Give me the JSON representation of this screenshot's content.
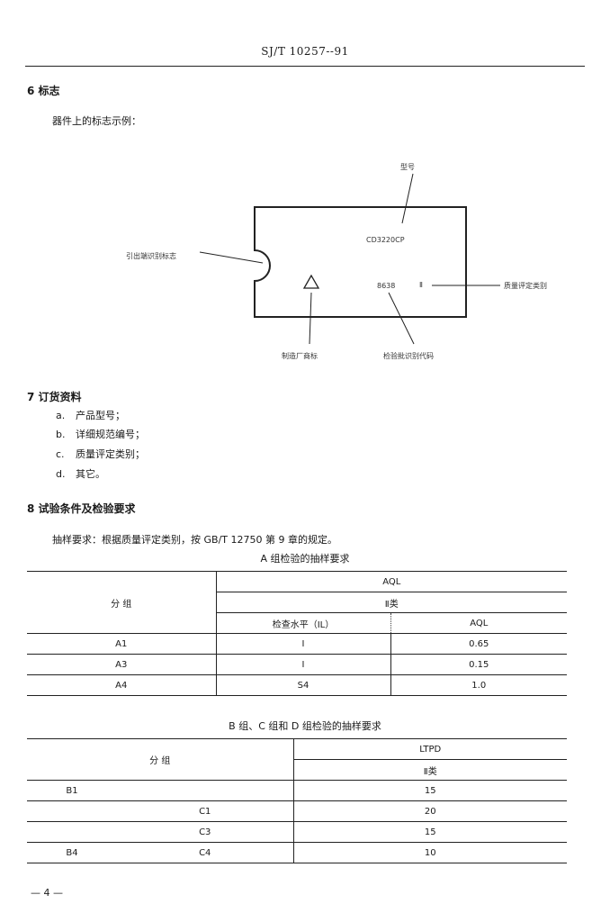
{
  "header": {
    "code": "SJ/T 10257--91"
  },
  "section6": {
    "title": "6   标志",
    "intro": "器件上的标志示例：",
    "diagram": {
      "type_label": "型号",
      "part_no": "CD3220CP",
      "pin1_label": "引出端识别标志",
      "quality_label": "质量评定类别",
      "batch_no": "8638",
      "roman": "Ⅱ",
      "maker_label": "制造厂商标",
      "batch_label": "检验批识别代码"
    }
  },
  "section7": {
    "title": "7   订货资料",
    "items": [
      {
        "letter": "a.",
        "text": "产品型号；"
      },
      {
        "letter": "b.",
        "text": "详细规范编号；"
      },
      {
        "letter": "c.",
        "text": "质量评定类别；"
      },
      {
        "letter": "d.",
        "text": "其它。"
      }
    ]
  },
  "section8": {
    "title": "8   试验条件及检验要求",
    "sampling": "抽样要求：根据质量评定类别，按 GB/T 12750 第 9 章的规定。"
  },
  "tableA": {
    "caption": "A 组检验的抽样要求",
    "group_header": "分          组",
    "aql_header": "AQL",
    "class_header": "Ⅱ类",
    "level_header": "检查水平（IL）",
    "aql_sub": "AQL",
    "rows": [
      {
        "group": "A1",
        "level": "I",
        "aql": "0.65"
      },
      {
        "group": "A3",
        "level": "I",
        "aql": "0.15"
      },
      {
        "group": "A4",
        "level": "S4",
        "aql": "1.0"
      }
    ]
  },
  "tableB": {
    "caption": "B 组、C 组和 D 组检验的抽样要求",
    "group_header": "分                    组",
    "ltpd_header": "LTPD",
    "class_header": "Ⅱ类",
    "rows": [
      {
        "b": "B1",
        "c": "",
        "ltpd": "15"
      },
      {
        "b": "",
        "c": "C1",
        "ltpd": "20"
      },
      {
        "b": "",
        "c": "C3",
        "ltpd": "15"
      },
      {
        "b": "B4",
        "c": "C4",
        "ltpd": "10"
      }
    ]
  },
  "footer": {
    "page": "— 4 —"
  }
}
